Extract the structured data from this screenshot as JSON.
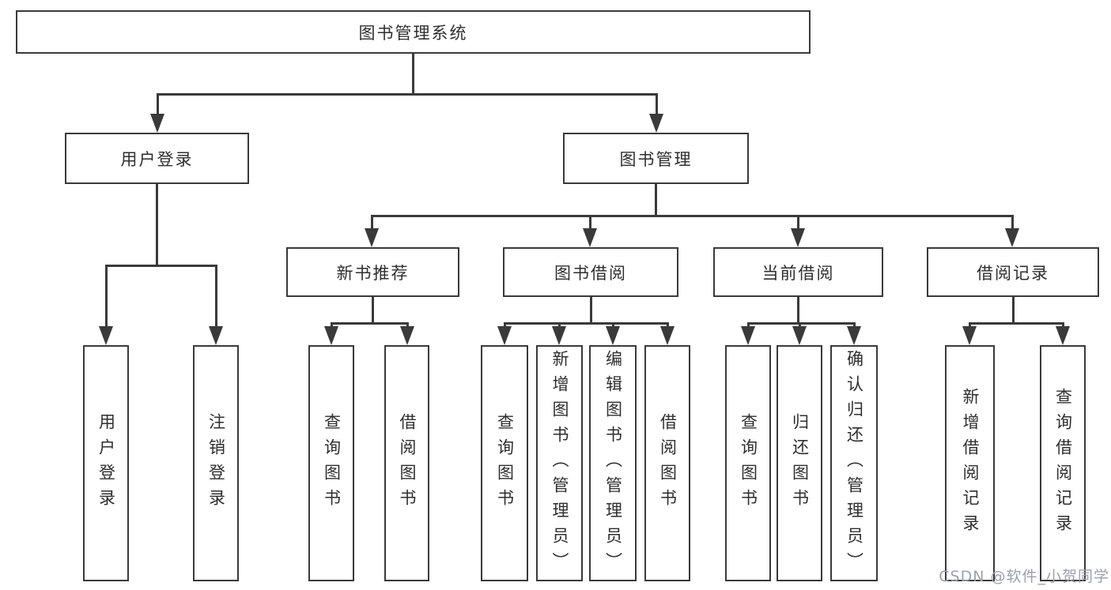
{
  "tree": {
    "root": {
      "label": "图书管理系统"
    },
    "branches": [
      {
        "label": "用户登录",
        "leaves": [
          {
            "label": "用户登录"
          },
          {
            "label": "注销登录"
          }
        ]
      },
      {
        "label": "图书管理",
        "groups": [
          {
            "label": "新书推荐",
            "leaves": [
              {
                "label": "查询图书"
              },
              {
                "label": "借阅图书"
              }
            ]
          },
          {
            "label": "图书借阅",
            "leaves": [
              {
                "label": "查询图书"
              },
              {
                "label": "新增图书（管理员）"
              },
              {
                "label": "编辑图书（管理员）"
              },
              {
                "label": "借阅图书"
              }
            ]
          },
          {
            "label": "当前借阅",
            "leaves": [
              {
                "label": "查询图书"
              },
              {
                "label": "归还图书"
              },
              {
                "label": "确认归还（管理员）"
              }
            ]
          },
          {
            "label": "借阅记录",
            "leaves": [
              {
                "label": "新增借阅记录"
              },
              {
                "label": "查询借阅记录"
              }
            ]
          }
        ]
      }
    ]
  },
  "watermark": {
    "text": "CSDN @软件_小贺同学"
  },
  "colors": {
    "line": "#3a3a3a",
    "text": "#2e2e2e",
    "watermark": "#9ba1ae",
    "background": "#ffffff"
  }
}
